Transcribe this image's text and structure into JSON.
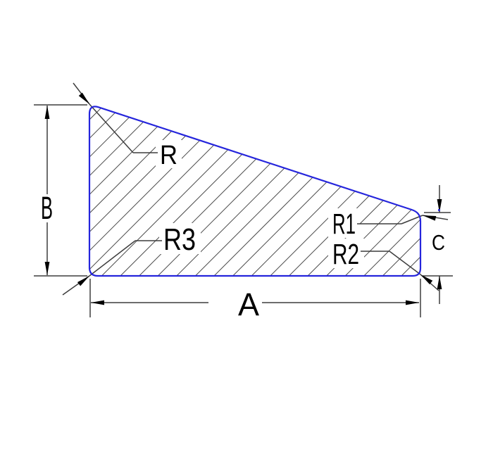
{
  "page": {
    "background": "#ffffff"
  },
  "drawing": {
    "colors": {
      "outline": "#2525dc",
      "dimension_lines": "#3d3d3d",
      "hatch": "#4a4a4a",
      "arrows": "#000000",
      "text": "#000000"
    },
    "labels": {
      "dim_width": "A",
      "dim_height": "B",
      "dim_right_height": "C",
      "radius_top_left": "R",
      "radius_top_right": "R1",
      "radius_bottom_right": "R2",
      "radius_bottom_left": "R3"
    }
  }
}
